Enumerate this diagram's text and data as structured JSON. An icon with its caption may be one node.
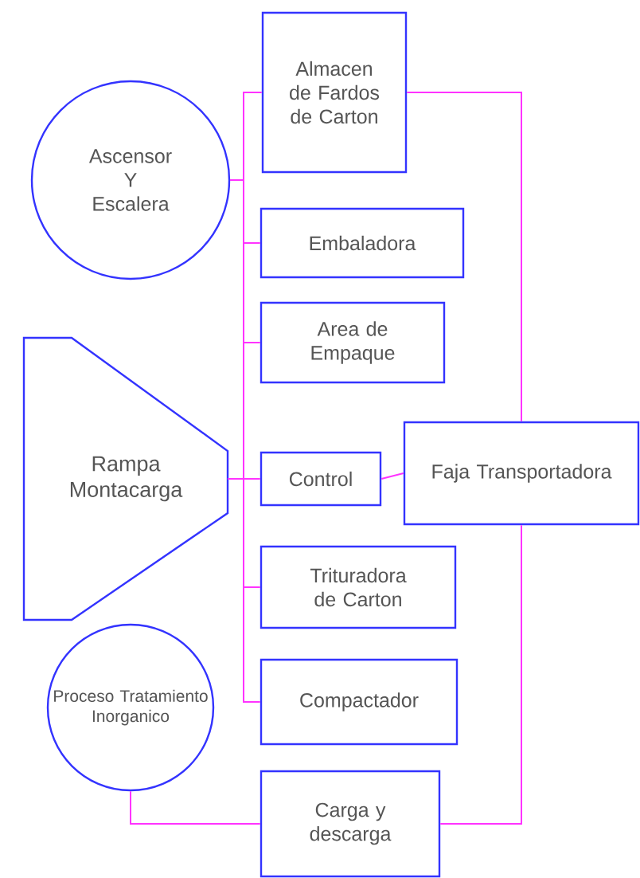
{
  "diagram": {
    "nodes": [
      {
        "text": [
          "Almacen de Fardos de Carton"
        ]
      },
      {
        "text": [
          "Ascensor Y Escalera"
        ]
      },
      {
        "text": [
          "Embaladora"
        ]
      },
      {
        "text": [
          "Area de Empaque"
        ]
      },
      {
        "text": [
          "Rampa Montacarga"
        ]
      },
      {
        "text": [
          "Control"
        ]
      },
      {
        "text": [
          "Faja Transportadora"
        ]
      },
      {
        "text": [
          "Trituradora de Carton"
        ]
      },
      {
        "text": [
          "Proceso Tratamiento Inorganico"
        ]
      },
      {
        "text": [
          "Compactador"
        ]
      },
      {
        "text": [
          "Carga y descarga"
        ]
      }
    ],
    "edges": [
      {
        "from": 1,
        "to": 0,
        "arrow": "none"
      },
      {
        "from": 1,
        "to": 2,
        "arrow": "none"
      },
      {
        "from": 1,
        "to": 3,
        "arrow": "none"
      },
      {
        "from": 1,
        "to": 4,
        "arrow": "none"
      },
      {
        "from": 4,
        "to": 5,
        "arrow": "none"
      },
      {
        "from": 4,
        "to": 7,
        "arrow": "none"
      },
      {
        "from": 4,
        "to": 9,
        "arrow": "none"
      },
      {
        "from": 0,
        "to": 6,
        "arrow": "none"
      },
      {
        "from": 5,
        "to": 6,
        "arrow": "none"
      },
      {
        "from": 6,
        "to": 10,
        "arrow": "none"
      },
      {
        "from": 8,
        "to": 10,
        "arrow": "none"
      }
    ]
  }
}
